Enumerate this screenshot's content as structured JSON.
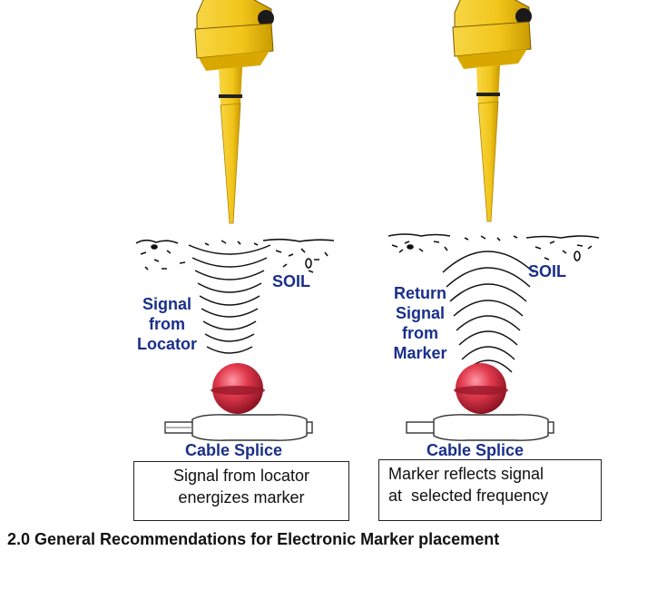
{
  "panels": [
    {
      "id": "left",
      "signal_label_lines": [
        "Signal",
        "from",
        "Locator"
      ],
      "soil_label": "SOIL",
      "splice_label": "Cable Splice",
      "caption_lines": [
        "Signal from locator",
        "energizes marker"
      ]
    },
    {
      "id": "right",
      "signal_label_lines": [
        "Return",
        "Signal",
        "from",
        "Marker"
      ],
      "soil_label": "SOIL",
      "splice_label": "Cable Splice",
      "caption_lines": [
        "Marker reflects signal",
        "at  selected frequency"
      ]
    }
  ],
  "heading": "2.0 General Recommendations for Electronic Marker placement",
  "colors": {
    "locator_yellow": "#f2c51a",
    "locator_dark": "#b88a00",
    "marker_red": "#e23a4d",
    "label_blue": "#1a2f8a"
  },
  "icons": {
    "locator": "locator-wand-icon",
    "marker": "marker-ball-icon",
    "splice": "cable-splice-icon"
  }
}
